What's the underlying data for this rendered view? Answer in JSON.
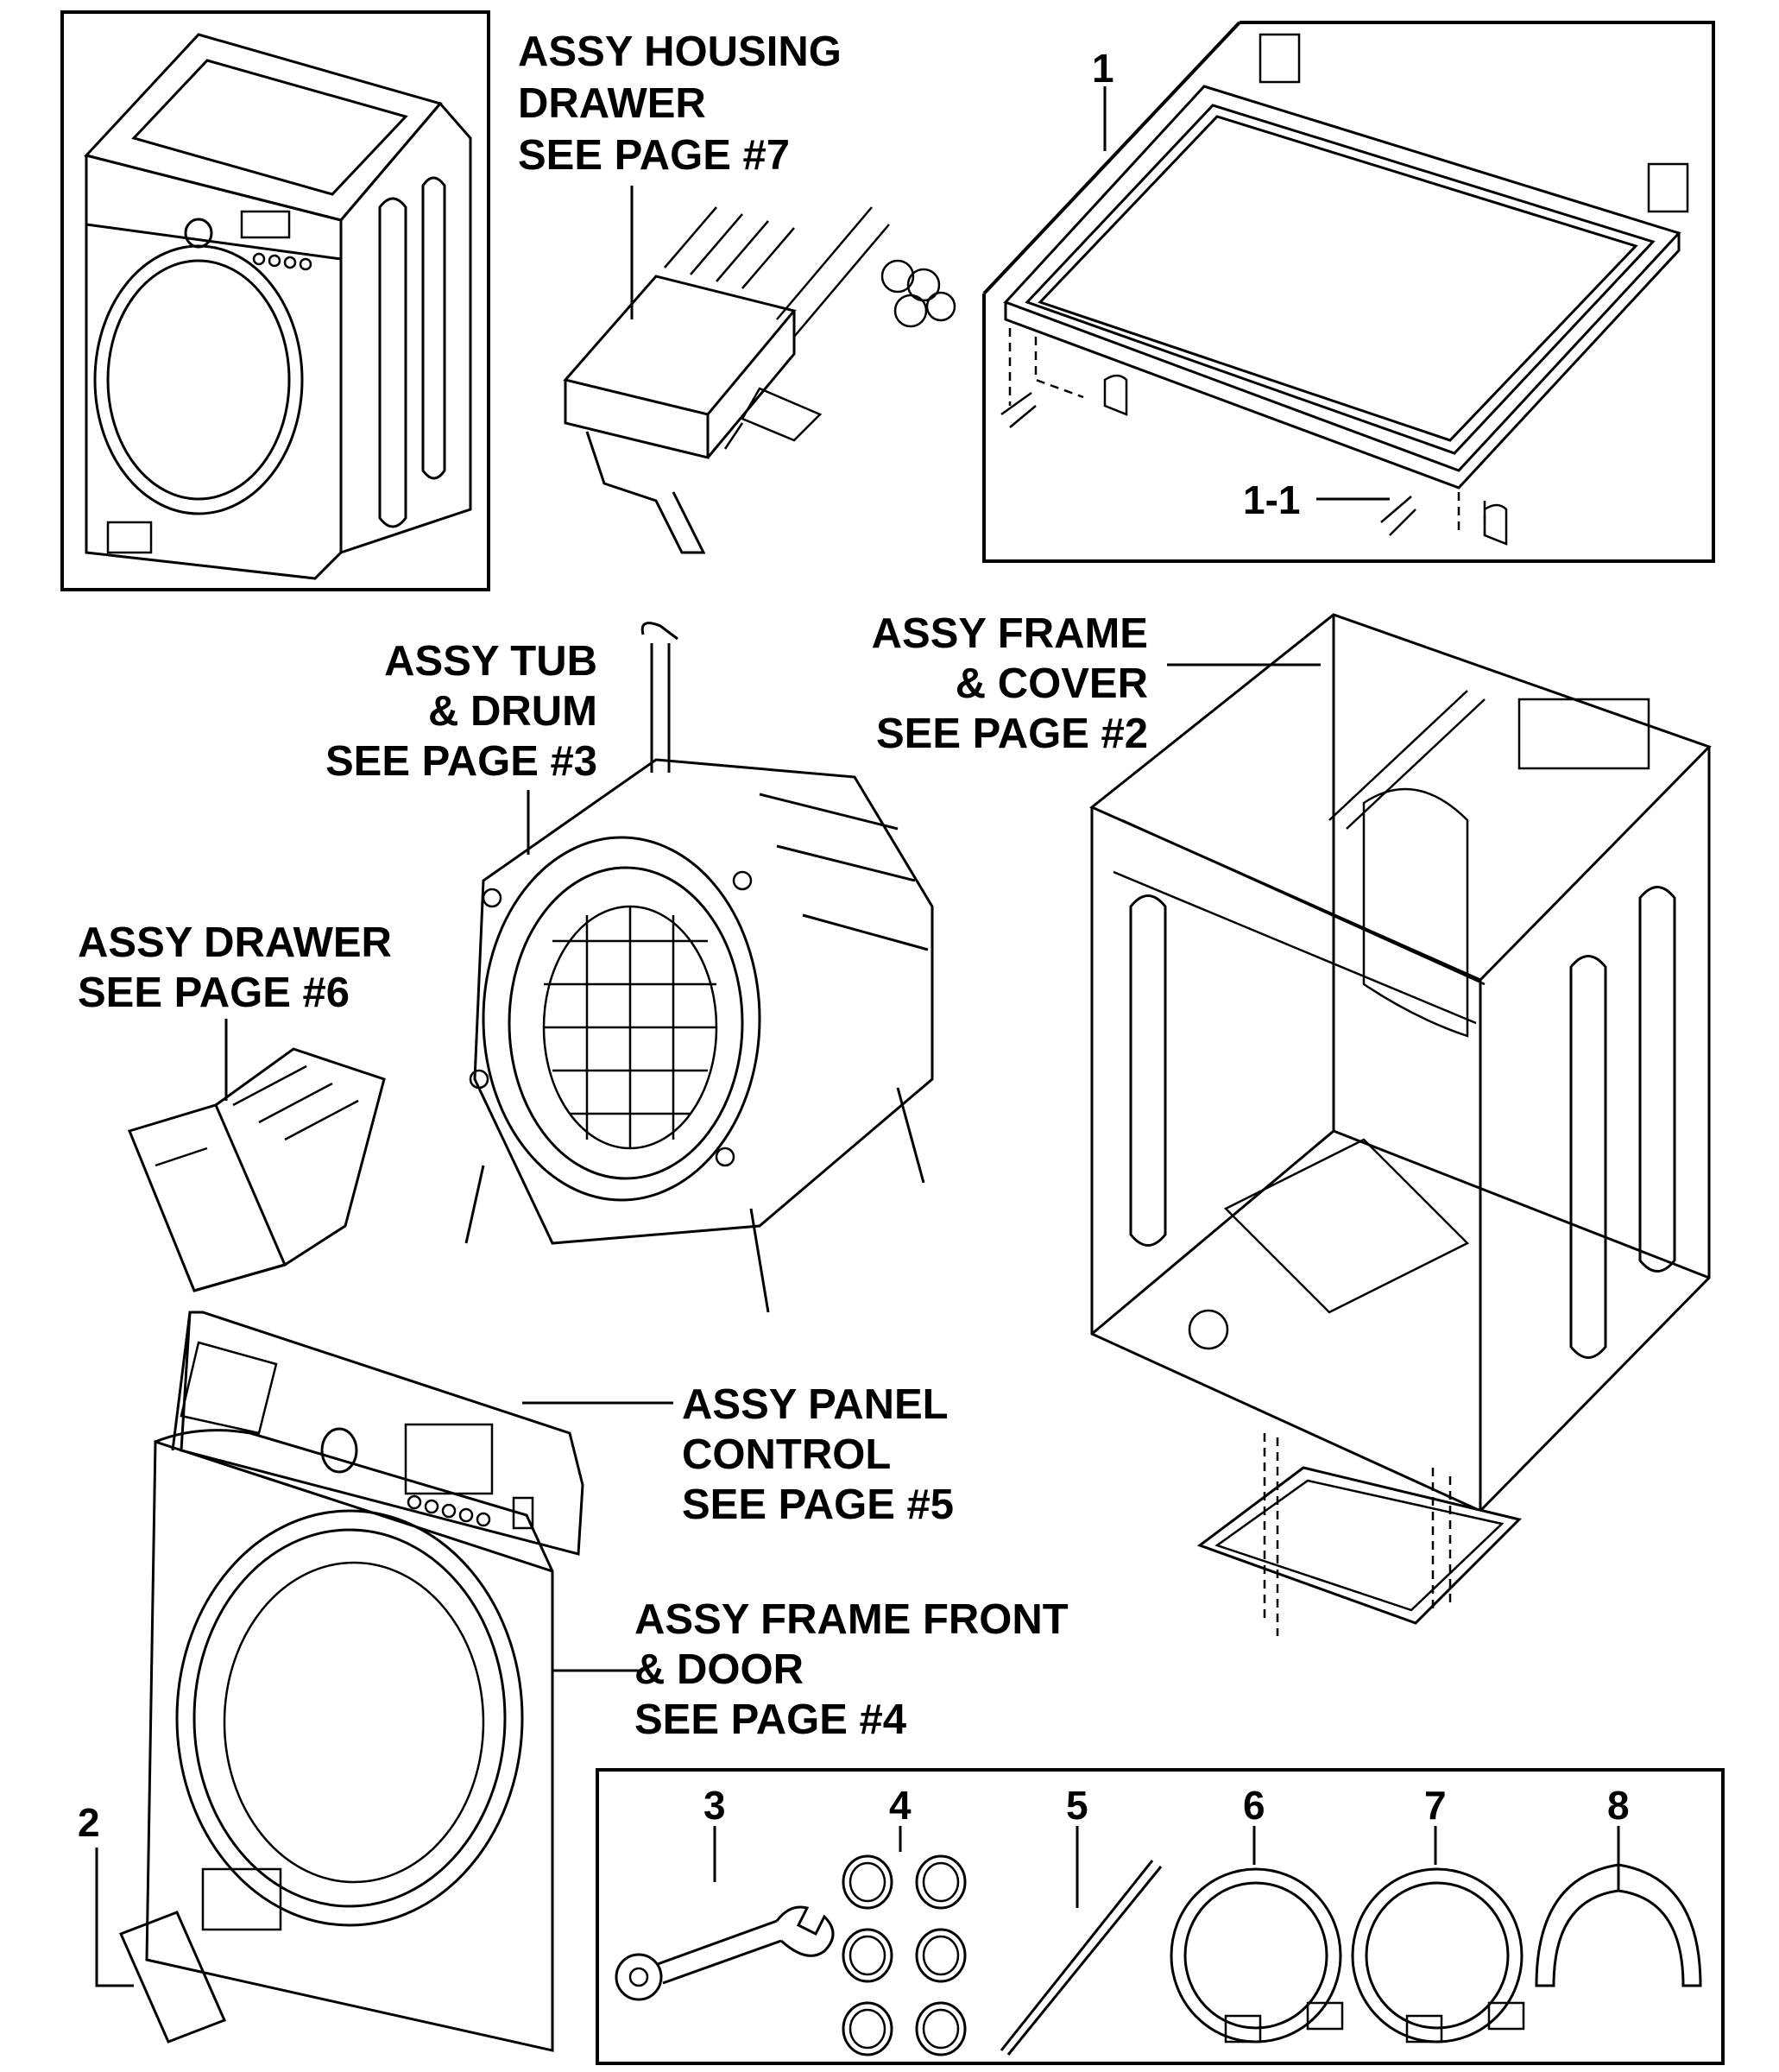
{
  "labels": {
    "housing_drawer": [
      "ASSY HOUSING",
      "DRAWER",
      "SEE PAGE #7"
    ],
    "tub_drum": [
      "ASSY TUB",
      "& DRUM",
      "SEE PAGE #3"
    ],
    "frame_cover": [
      "ASSY FRAME",
      "& COVER",
      "SEE PAGE #2"
    ],
    "drawer": [
      "ASSY DRAWER",
      "SEE PAGE #6"
    ],
    "panel_control": [
      "ASSY PANEL",
      "CONTROL",
      "SEE PAGE #5"
    ],
    "frame_front": [
      "ASSY FRAME FRONT",
      "& DOOR",
      "SEE PAGE #4"
    ]
  },
  "callouts": {
    "top_cover": "1",
    "top_cover_screw": "1-1",
    "filter_cap": "2",
    "wrench": "3",
    "caps": "4",
    "cable_tie": "5",
    "hose_cold": "6",
    "hose_hot": "7",
    "hose_guide": "8"
  }
}
